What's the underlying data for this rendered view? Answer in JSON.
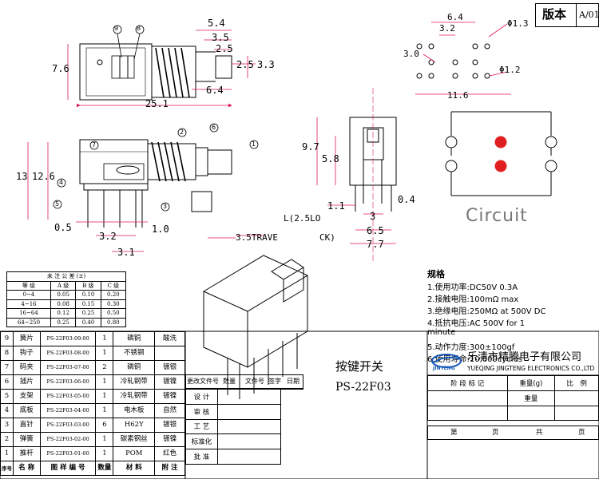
{
  "revision": {
    "label": "版本",
    "value": "A/01"
  },
  "circuit_label": "Circuit",
  "callouts": [
    "1",
    "2",
    "3",
    "4",
    "5",
    "6",
    "7",
    "8",
    "9"
  ],
  "dims": {
    "top": {
      "d54": "5.4",
      "d35": "3.5",
      "d25a": "2.5",
      "d25b": "2.5",
      "d33": "3.3",
      "d64": "6.4",
      "d76": "7.6",
      "d251": "25.1"
    },
    "front": {
      "d13": "13",
      "d126": "12.6",
      "d05": "0.5",
      "d32": "3.2",
      "d10": "1.0",
      "d31": "3.1",
      "travel": "3.5TRAVE",
      "lock": "L(2.5LO",
      "ck": "CK)"
    },
    "side": {
      "d97": "9.7",
      "d58": "5.8",
      "d11": "1.1",
      "d3": "3",
      "d04": "0.4",
      "d65": "6.5",
      "d77": "7.7"
    },
    "holes": {
      "d64": "6.4",
      "d32": "3.2",
      "d30": "3.0",
      "d116": "11.6",
      "phi13": "Φ1.3",
      "phi12": "Φ1.2"
    }
  },
  "specs": {
    "heading": "规格",
    "items": [
      "1.使用功率:DC50V 0.3A",
      "2.接触电阻:100mΩ max",
      "3.绝缘电阻:250MΩ at 500V DC",
      "4.抵抗电压:AC 500V for 1",
      "minute",
      "5.动作力度:300±100gf",
      "6.使用寿命:10,000cycles"
    ]
  },
  "tolerance": {
    "title": "未 注 公 差 (±)",
    "headers": [
      "等 级",
      "A 级",
      "B 级",
      "C 级"
    ],
    "rows": [
      [
        "0~4",
        "0.05",
        "0.10",
        "0.20"
      ],
      [
        "4~16",
        "0.08",
        "0.15",
        "0.30"
      ],
      [
        "16~64",
        "0.12",
        "0.25",
        "0.50"
      ],
      [
        "64~250",
        "0.25",
        "0.40",
        "0.80"
      ]
    ]
  },
  "bom": {
    "rows": [
      [
        "9",
        "簧片",
        "PS-22F03-09-00",
        "1",
        "磷铜",
        "酸洗"
      ],
      [
        "8",
        "钩子",
        "PS-22F03-08-00",
        "1",
        "不锈钢",
        ""
      ],
      [
        "7",
        "码夹",
        "PS-22F03-07-00",
        "2",
        "磷铜",
        "镀银"
      ],
      [
        "6",
        "插片",
        "PS-22F03-06-00",
        "1",
        "冷轧钢带",
        "镀镍"
      ],
      [
        "5",
        "支架",
        "PS-22F03-05-00",
        "1",
        "冷轧钢带",
        "镀镍"
      ],
      [
        "4",
        "底板",
        "PS-22F03-04-00",
        "1",
        "电木板",
        "自然"
      ],
      [
        "3",
        "直针",
        "PS-22F03-03-00",
        "6",
        "H62Y",
        "镀银"
      ],
      [
        "2",
        "弹簧",
        "PS-22F03-02-00",
        "1",
        "碳素钢丝",
        "镀镍"
      ],
      [
        "1",
        "推杆",
        "PS-22F03-01-00",
        "1",
        "POM",
        "红色"
      ]
    ],
    "header": [
      "序号",
      "名 称",
      "图 样 编 号",
      "数量",
      "材 料",
      "附 注"
    ]
  },
  "title_block": {
    "product_name": "按键开关",
    "product_code": "PS-22F03",
    "company": "乐清市精腾电子有限公司",
    "company_en": "YUEQING JINGTENG ELECTRONICS CO.,LTD",
    "logo_text": "JINTENG",
    "change_headers": [
      "更改文件号",
      "数量",
      "文件号",
      "签字",
      "日期"
    ],
    "roles": [
      "设 计",
      "审 核",
      "工 艺",
      "标准化",
      "批 准"
    ],
    "stage_label": "阶 段 标 记",
    "weight_label": "重量(g)",
    "ratio_label": "比　例",
    "weight2_label": "重量",
    "sheet_label": "第",
    "page_label": "页",
    "total_label": "共",
    "page2_label": "页"
  }
}
